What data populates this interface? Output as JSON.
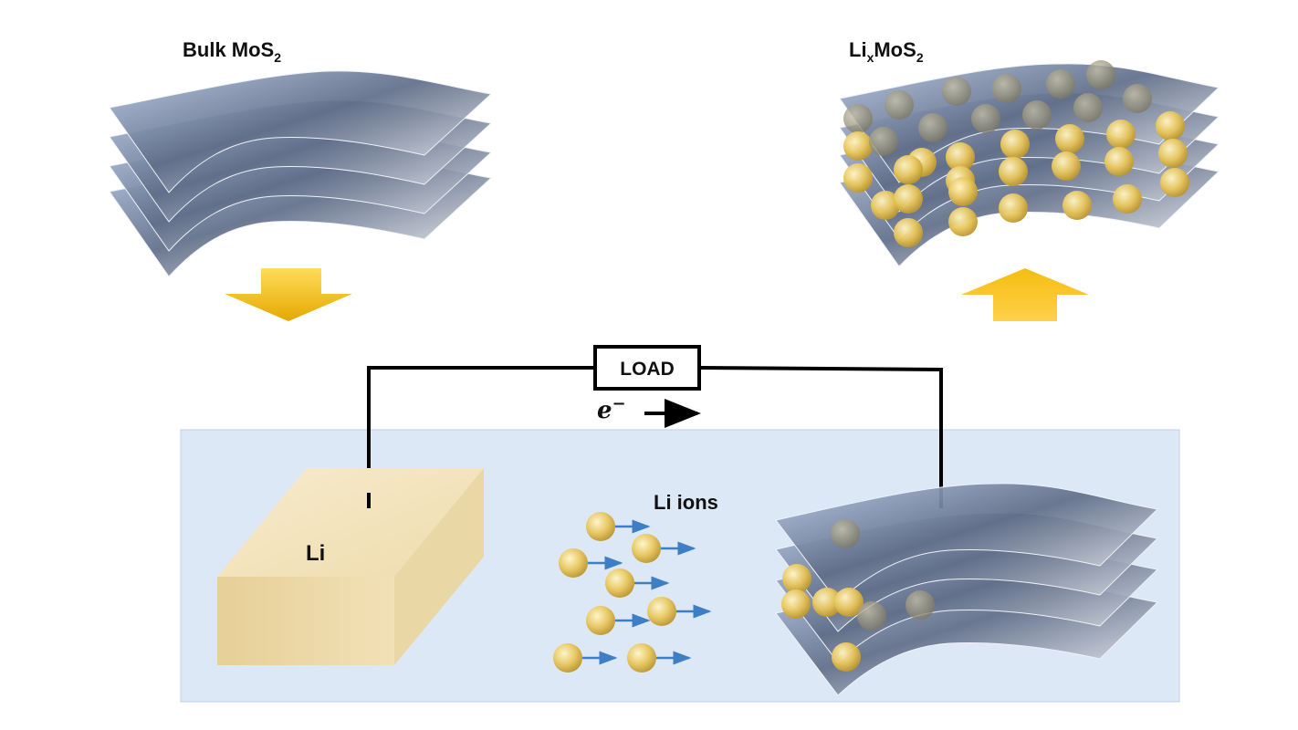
{
  "labels": {
    "bulk_prefix": "Bulk MoS",
    "bulk_sub": "2",
    "lixmos2_li": "Li",
    "lixmos2_x": "x",
    "lixmos2_mos": "MoS",
    "lixmos2_sub": "2",
    "load": "LOAD",
    "electron": "e",
    "electron_sup": "−",
    "li_block": "Li",
    "li_ions": "Li ions"
  },
  "colors": {
    "arrow_gold": "#f2b705",
    "arrow_light": "#ffd44a",
    "electrolyte": "#dde8f4",
    "electrolyte_border": "#b9cde3",
    "sheet_dark": "#5d6b85",
    "sheet_light": "#a9b8d6",
    "sphere": "#e6c25a",
    "li_block": "#f3e3bd",
    "wire": "#000000"
  }
}
